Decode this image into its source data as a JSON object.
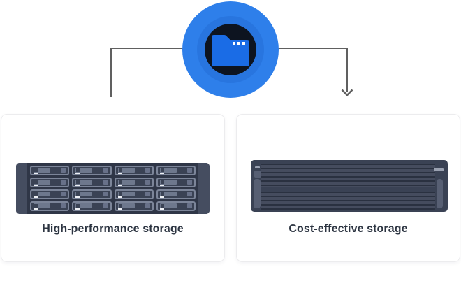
{
  "diagram": {
    "hub_icon": "folder-storage-icon",
    "flow": "data-folder-routed-to-two-storage-tiers"
  },
  "cards": [
    {
      "id": "high-performance-storage",
      "label": "High-performance storage",
      "device": {
        "type": "drive-bay-array",
        "rows": 4,
        "cols": 4
      }
    },
    {
      "id": "cost-effective-storage",
      "label": "Cost-effective storage",
      "device": {
        "type": "vented-enclosure",
        "slat_groups": 2
      }
    }
  ],
  "colors": {
    "ring-blue": "#2e7fea",
    "core-navy": "#0d1420",
    "folder-blue": "#1a6ce6",
    "dot-white": "#ffffff",
    "connector-gray": "#606060",
    "card-bg": "#ffffff",
    "card-border": "#ececee",
    "label-text": "#2d3542",
    "chassis-dark": "#2f3647",
    "chassis-rail": "#454d60",
    "bay-border": "#7c8599",
    "bay-fill": "#3a4254",
    "bay-bar": "#6e788d",
    "bay-btn": "#687189",
    "bay-led": "#eef0f4",
    "enclosure-frame": "#3a4254",
    "enclosure-bg": "#454c5e",
    "slat-dark": "#2a3140",
    "panel-light": "#575f73",
    "panel-dash": "#9aa1b1"
  }
}
